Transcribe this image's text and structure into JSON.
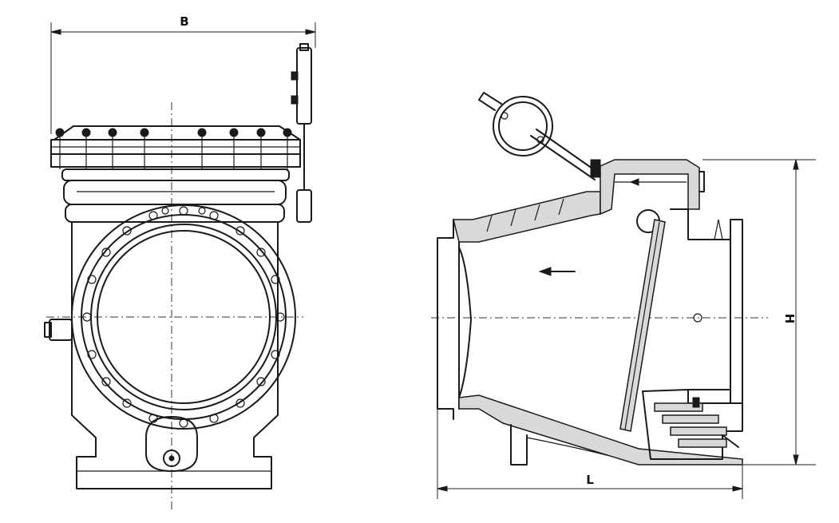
{
  "dimensions": {
    "width_label": "B",
    "height_label": "H",
    "length_label": "L"
  }
}
